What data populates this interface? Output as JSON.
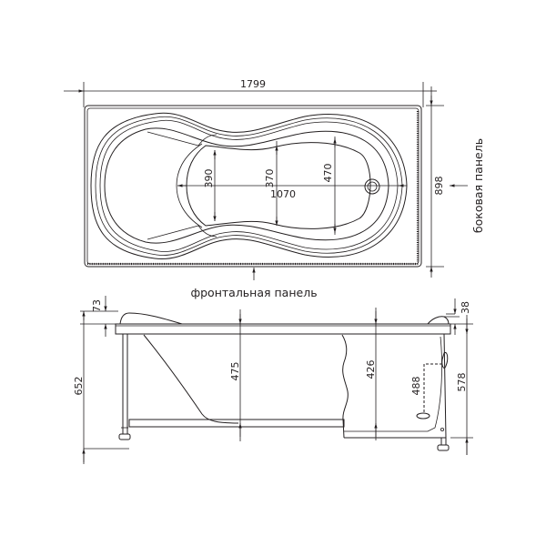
{
  "drawing": {
    "title": "Bathtub dimension drawing",
    "top_view": {
      "overall_length": "1799",
      "overall_width": "898",
      "inner_length": "1070",
      "width_head": "390",
      "width_middle": "370",
      "width_foot": "470",
      "side_panel_label": "боковая панель",
      "front_panel_label": "фронтальная панель"
    },
    "side_view": {
      "total_height": "652",
      "rim_head_height": "73",
      "depth_head": "475",
      "depth_foot": "426",
      "drain_height": "488",
      "rim_foot_height": "38",
      "panel_height": "578"
    }
  },
  "colors": {
    "line": "#231f20",
    "background": "#ffffff"
  }
}
